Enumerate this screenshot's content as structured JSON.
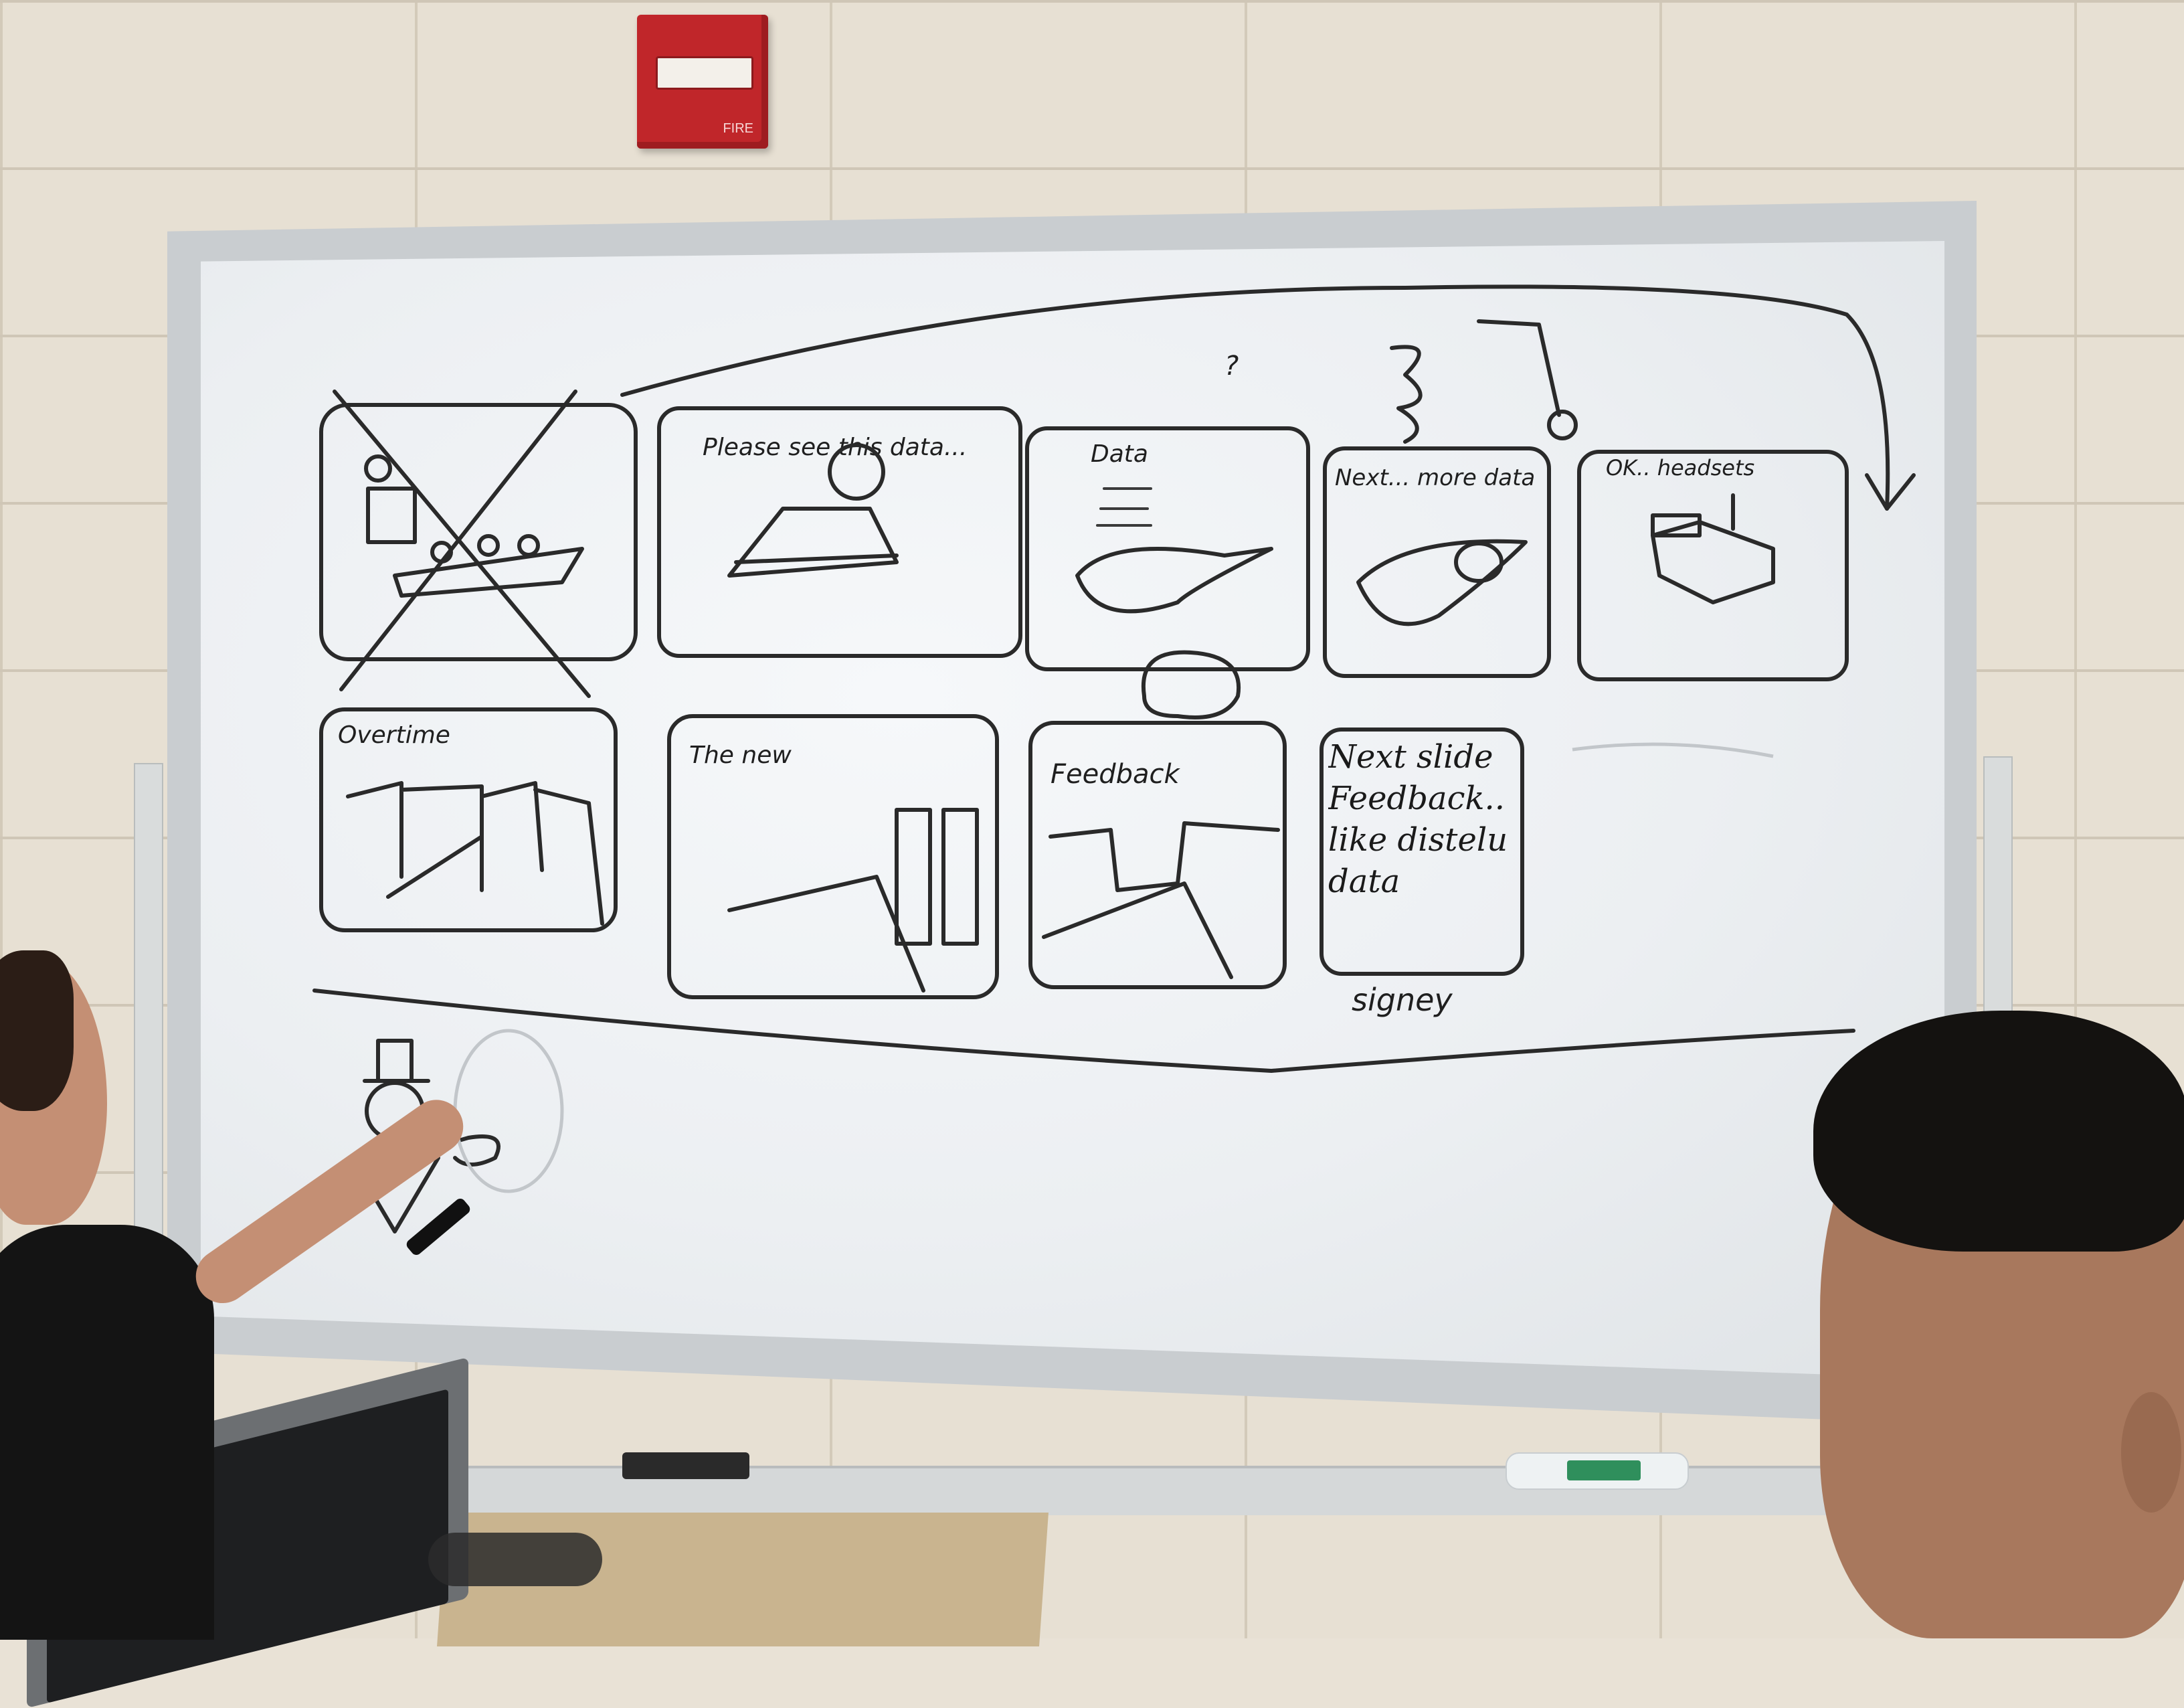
{
  "alarm": {
    "label": "FIRE"
  },
  "whiteboard": {
    "panels": [
      {
        "caption": "",
        "crossed_out": true
      },
      {
        "caption": "Please see this data..."
      },
      {
        "caption": "Data"
      },
      {
        "caption": "Next... more data"
      },
      {
        "caption": "OK.. headsets"
      },
      {
        "caption": "Overtime"
      },
      {
        "caption": "The new"
      },
      {
        "caption": "Feedback"
      },
      {
        "caption": "Next slide Feedback.. like distelu data"
      }
    ],
    "extra_notes": [
      "?",
      "signey"
    ]
  },
  "colors": {
    "wall": "#e7e0d3",
    "board": "#f2f4f6",
    "ink": "#2a2a2a",
    "alarm": "#c0262a"
  }
}
